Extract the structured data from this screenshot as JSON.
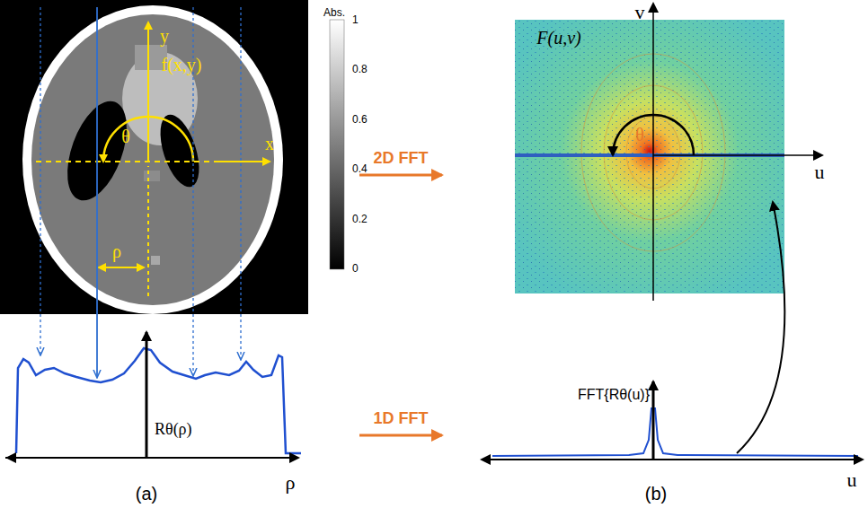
{
  "diagram": {
    "labels": [
      "Abs.",
      "1",
      "0.8",
      "0.6",
      "0.4",
      "0.2",
      "0",
      "y",
      "f(x,y)",
      "x",
      "θ",
      "ρ",
      "Rθ(ρ)",
      "ρ",
      "(a)",
      "2D FFT",
      "1D FFT",
      "v",
      "F(u,v)",
      "θ",
      "u",
      "FFT{Rθ(u)}",
      "u",
      "(b)"
    ]
  }
}
